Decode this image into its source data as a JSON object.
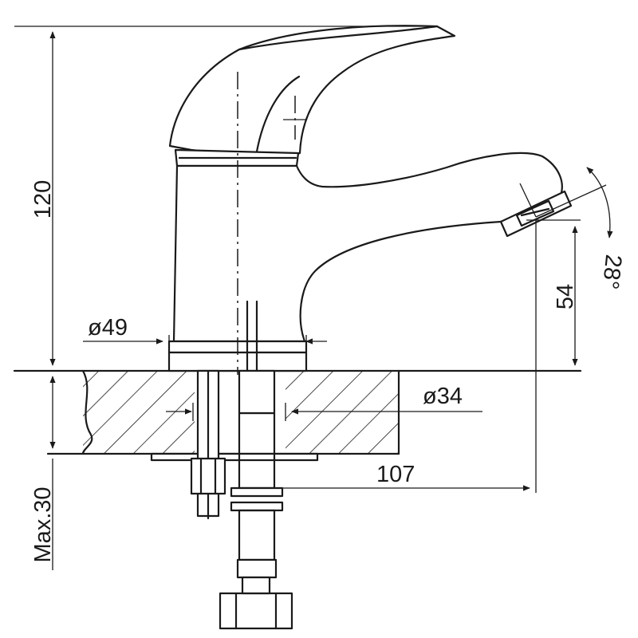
{
  "drawing": {
    "subject": "single-lever basin mixer tap technical drawing",
    "line_color": "#1a1a1a",
    "background": "#ffffff"
  },
  "dimensions": {
    "overall_height": "120",
    "spout_height": "54",
    "body_diameter": "ø49",
    "hole_diameter": "ø34",
    "spout_reach": "107",
    "spout_angle": "28°",
    "max_counter_thickness": "Max.30"
  }
}
